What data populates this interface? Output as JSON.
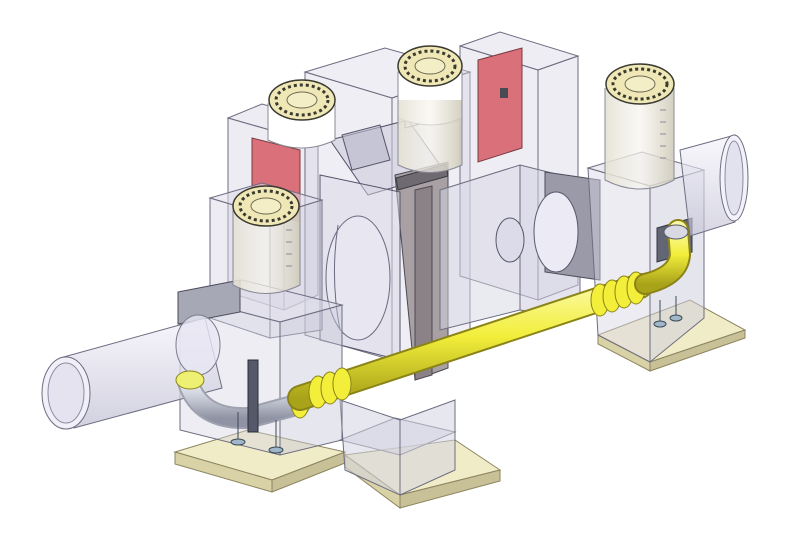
{
  "scene": {
    "kind": "3d-cad-render",
    "view": "isometric",
    "style": "translucent-shaded",
    "background_color": "#ffffff",
    "colors": {
      "enclosure_glass": "#dcdbe8",
      "enclosure_edge": "#6e6d80",
      "base_plate": "#f1ecc8",
      "base_plate_edge": "#8c8560",
      "yellow_pipe": "#f2ee3a",
      "yellow_pipe_shadow": "#b9b21c",
      "red_panel": "#d9707a",
      "jar_body": "#e8e4dc",
      "jar_lid": "#efe7b6",
      "jar_lid_ring": "#3b3a30",
      "steel": "#b8bcc8",
      "dark_steel": "#56596a"
    },
    "components": [
      "left-duct",
      "left-manifold-box",
      "center-column-block",
      "sample-jar-front-left",
      "sample-jar-back-left",
      "sample-jar-back-center",
      "sample-jar-right",
      "red-filter-panel-left",
      "red-filter-panel-right",
      "yellow-transfer-pipe",
      "elbow-pipe-left",
      "elbow-pipe-right",
      "right-duct",
      "right-module-box",
      "base-plate-left",
      "base-plate-center",
      "base-plate-right"
    ]
  }
}
